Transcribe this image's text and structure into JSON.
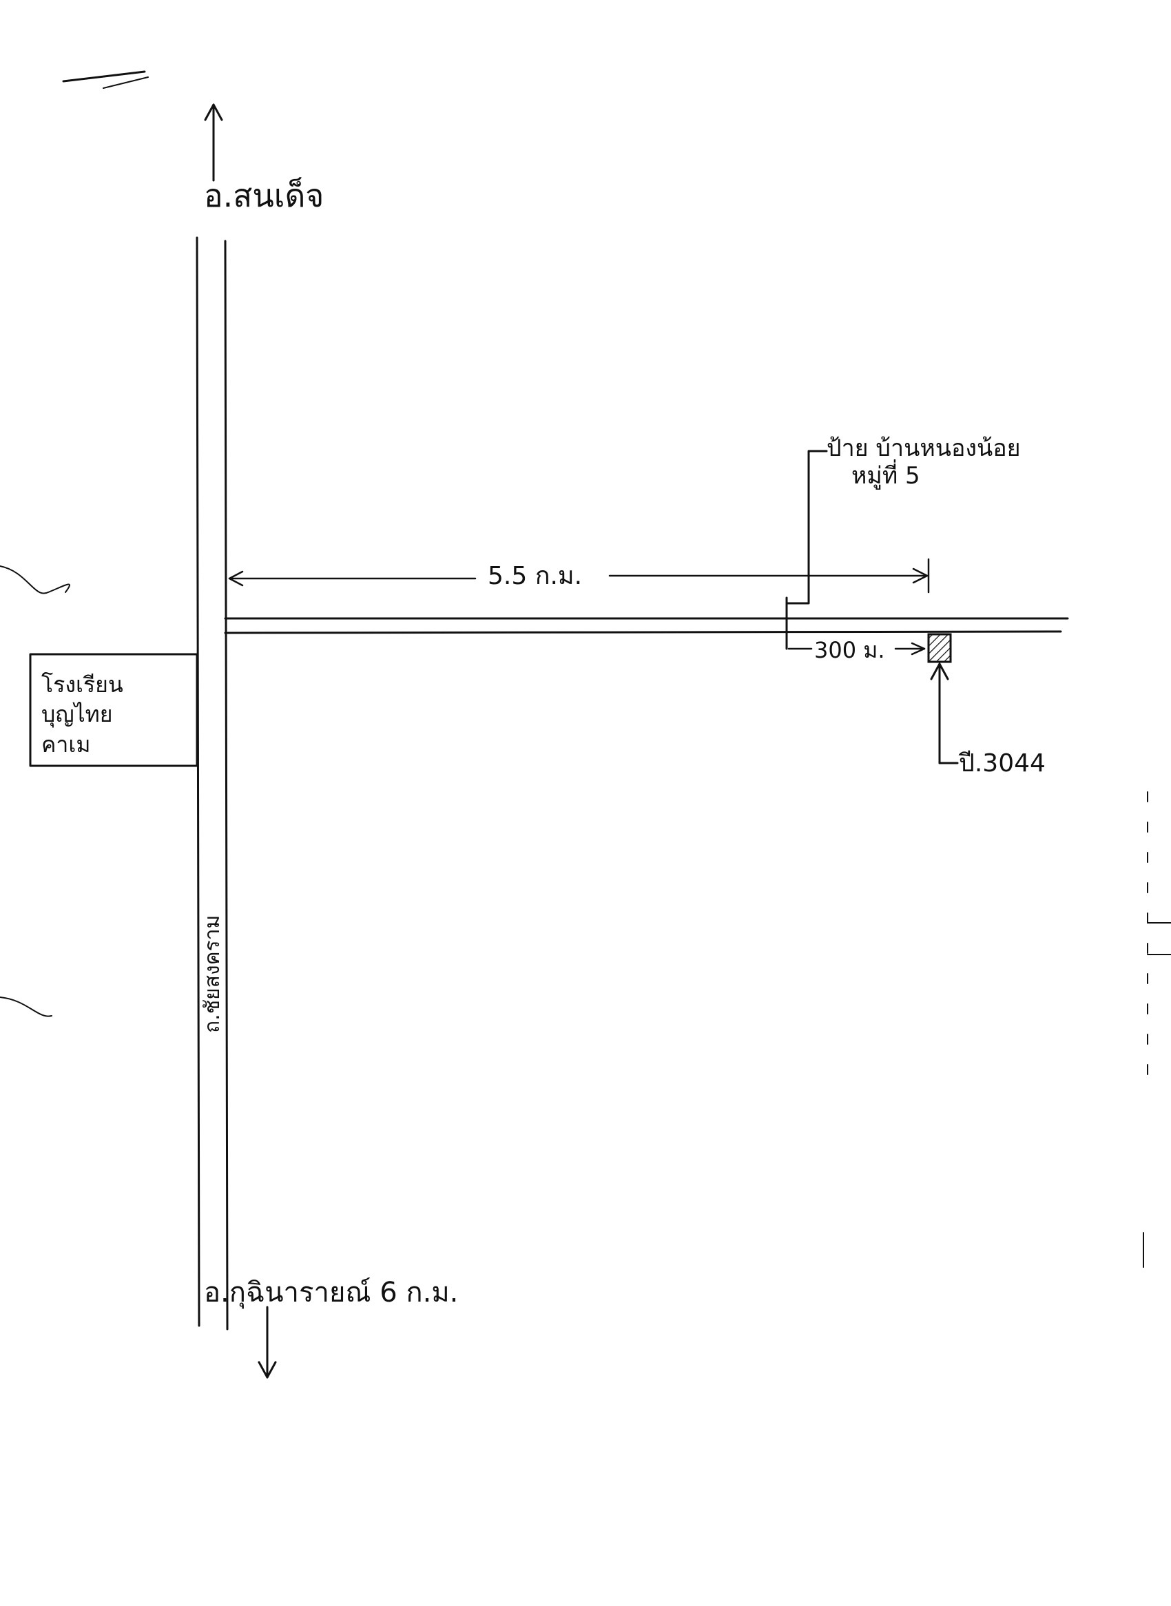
{
  "map": {
    "north_label": "อ.สนเด็จ",
    "south_label": "อ.กุฉินารายณ์ 6 ก.ม.",
    "main_road_label": "ถ.ชัยสงคราม",
    "school_label_lines": [
      "โรงเรียน",
      "บุญไทย",
      "คาเม"
    ],
    "village_sign_lines": [
      "ป้าย บ้านหนองน้อย",
      "หมู่ที่ 5"
    ],
    "distance_to_junction": "5.5 ก.ม.",
    "distance_to_site": "300 ม.",
    "site_label": "ปี.3044"
  }
}
